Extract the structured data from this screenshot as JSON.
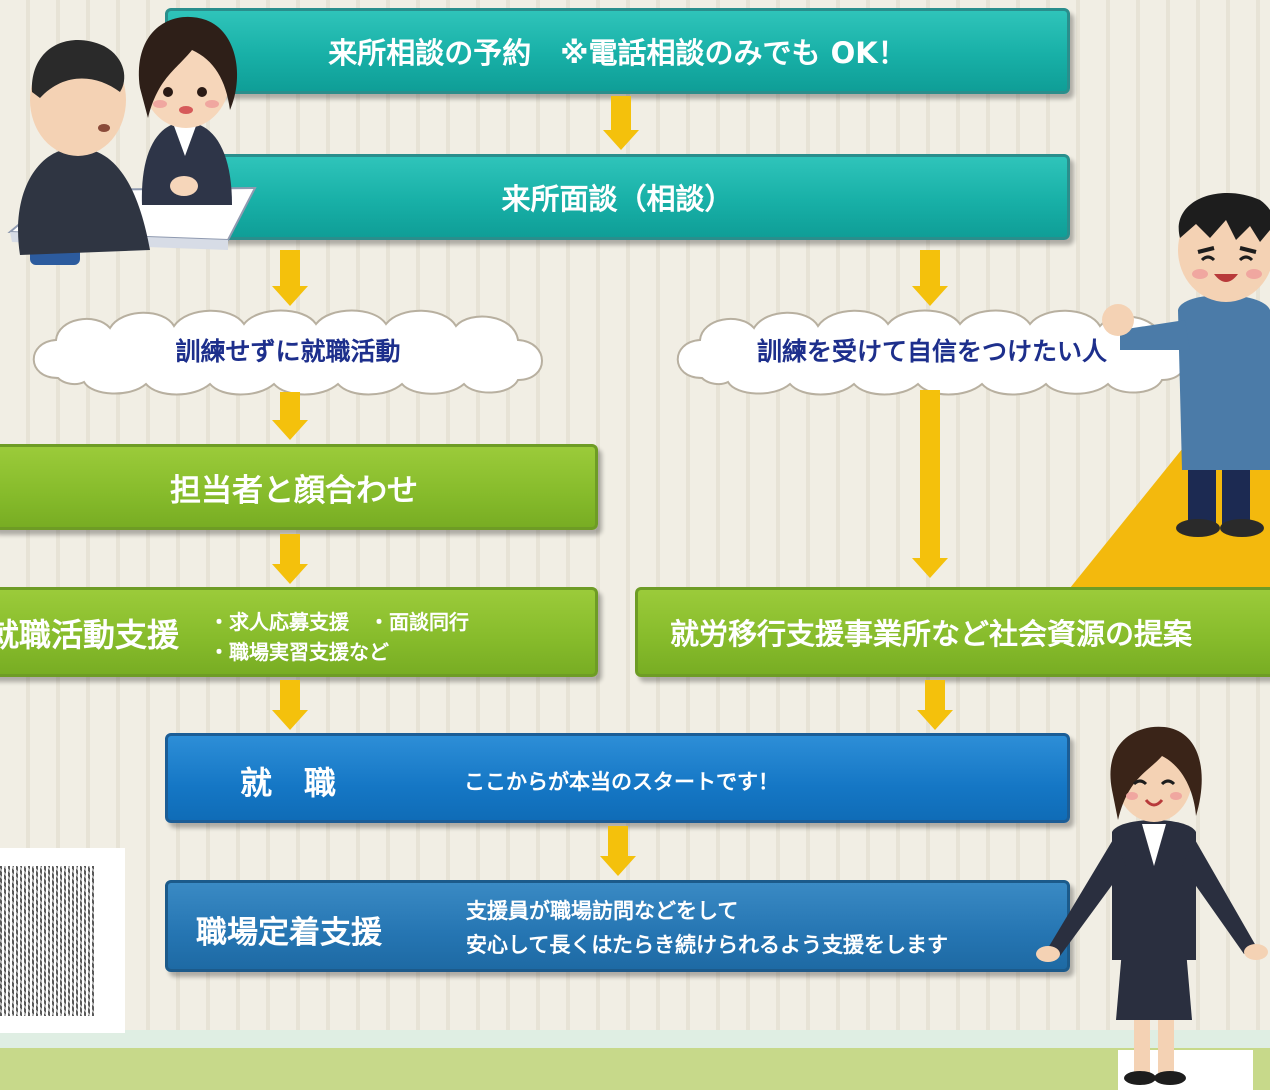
{
  "flow": {
    "step1": "来所相談の予約　※電話相談のみでも OK！",
    "step2": "来所面談（相談）",
    "branch_left": "訓練せずに就職活動",
    "branch_right": "訓練を受けて自信をつけたい人",
    "step3": "担当者と顔合わせ",
    "support_title": "就職活動支援",
    "support_line1": "・求人応募支援　・面談同行",
    "support_line2": "・職場実習支援など",
    "proposal": "就労移行支援事業所など社会資源の提案",
    "employment_title": "就　職",
    "employment_note": "ここからが本当のスタートです！",
    "retention_title": "職場定着支援",
    "retention_line1": "支援員が職場訪問などをして",
    "retention_line2": "安心して長くはたらき続けられるよう支援をします"
  },
  "colors": {
    "teal": "#18b0a7",
    "green": "#86bb2b",
    "blue": "#1577c5",
    "arrow": "#f4c10c",
    "cloud_text": "#1d2f8c"
  },
  "icons": [
    "consultation-illustration",
    "confident-man-illustration",
    "businesswoman-illustration",
    "qr-code"
  ]
}
